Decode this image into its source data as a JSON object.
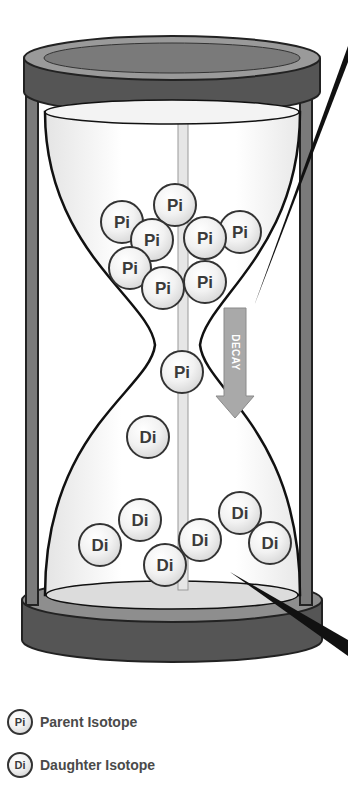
{
  "diagram": {
    "nodes": [
      {
        "text": [
          "Pi"
        ]
      },
      {
        "text": [
          "Pi"
        ]
      },
      {
        "text": [
          "Pi"
        ]
      },
      {
        "text": [
          "Pi"
        ]
      },
      {
        "text": [
          "Pi"
        ]
      },
      {
        "text": [
          "Pi"
        ]
      },
      {
        "text": [
          "Pi"
        ]
      },
      {
        "text": [
          "Pi"
        ]
      },
      {
        "text": [
          "Pi"
        ]
      },
      {
        "text": [
          "Di"
        ]
      },
      {
        "text": [
          "Di"
        ]
      },
      {
        "text": [
          "Di"
        ]
      },
      {
        "text": [
          "Di"
        ]
      },
      {
        "text": [
          "Di"
        ]
      },
      {
        "text": [
          "Di"
        ]
      },
      {
        "text": [
          "Di"
        ]
      },
      {
        "text": [
          "Pi"
        ]
      },
      {
        "text": [
          "Di"
        ]
      }
    ],
    "labels": [
      "DECAY"
    ],
    "legend": [
      {
        "text": "Parent Isotope"
      },
      {
        "text": "Daughter Isotope"
      }
    ]
  }
}
